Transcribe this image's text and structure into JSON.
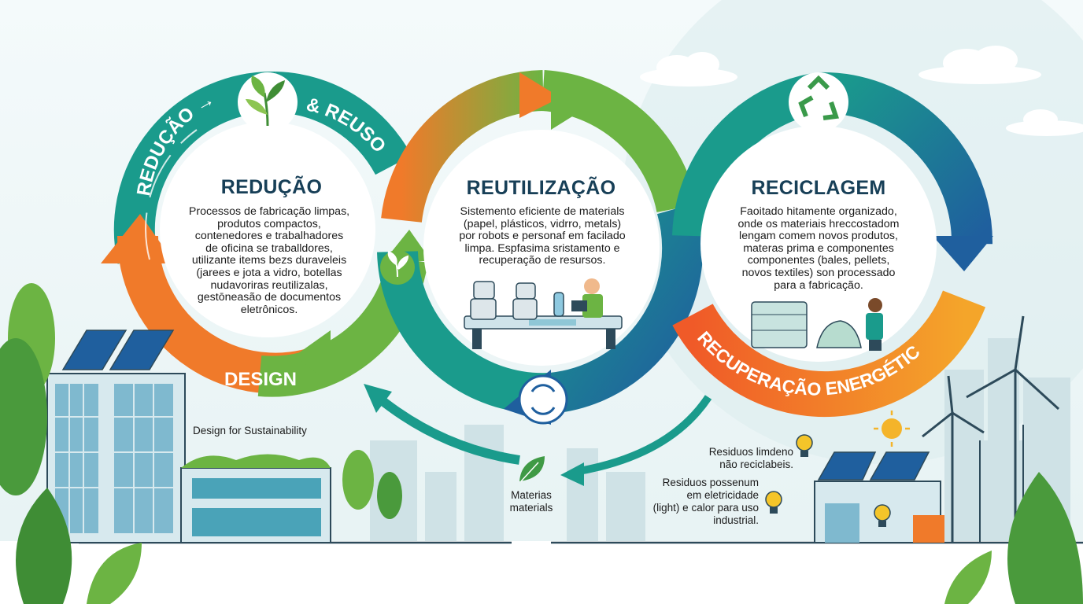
{
  "arc_labels": {
    "reducao": "REDUÇÃO →",
    "reuso": "& REUSO",
    "design": "DESIGN",
    "recuperacao": "RECUPERAÇÃO ENERGÉTICA"
  },
  "stages": [
    {
      "title": "REDUÇÃO",
      "lines": [
        "Processos de fabricação limpas,",
        "produtos compactos,",
        "contenedores e trabalhadores",
        "de oficina se traballdores,",
        "utilizante items bezs duraveleis",
        "(jarees e jota a vidro, botellas",
        "nudavoriras reutilizalas,",
        "gestōneasão de documentos",
        "eletrônicos."
      ]
    },
    {
      "title": "REUTILIZAÇÃO",
      "lines": [
        "Sistemento eficiente de materials",
        "(papel, plásticos, vidrro, metals)",
        "por robots e personaf em facilado",
        "limpa. Espfasima sristamento e",
        "recuperação de resursos."
      ]
    },
    {
      "title": "RECICLAGEM",
      "lines": [
        "Faoitado hitamente organizado,",
        "onde os materiais hreccostadom",
        "lengam comem novos produtos,",
        "materas prima e componentes",
        "componentes (bales, pellets,",
        "novos textiles) son processado",
        "para a fabricação."
      ]
    }
  ],
  "captions": {
    "design_sustainability": "Design for Sustainability",
    "materias": "Materias\nmaterials",
    "residuos1": "Residuos limdeno\nnão reciclabeis.",
    "residuos2": "Residuos possenum\nem eletricidade\n(light) e calor para uso\nindustrial."
  },
  "icons": [
    "leaf-sprout-icon",
    "recycle-icon",
    "circular-arrows-icon",
    "leaf-icon",
    "lightbulb-icon",
    "sun-icon"
  ],
  "colors": {
    "orange": "#f07a2a",
    "green": "#6cb443",
    "teal": "#1a9b8c",
    "blue": "#1f5f9e",
    "gold": "#f4a52a",
    "title": "#173f57"
  }
}
